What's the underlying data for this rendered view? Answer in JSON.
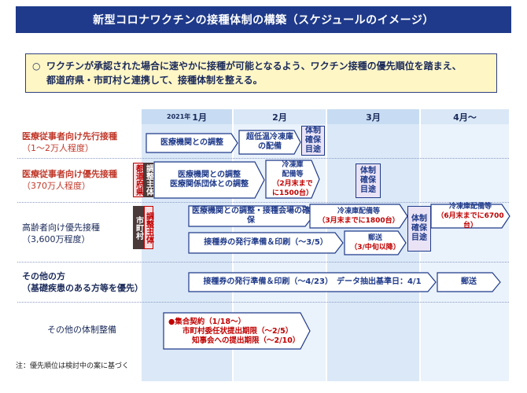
{
  "title": "新型コロナワクチンの接種体制の構築（スケジュールのイメージ）",
  "note": {
    "bullet": "○",
    "line1": "ワクチンが承認された場合に速やかに接種が可能となるよう、ワクチン接種の優先順位を踏まえ、",
    "line2": "都道府県・市町村と連携して、接種体制を整える。"
  },
  "months": [
    {
      "year": "2021年",
      "label": "1月"
    },
    {
      "label": "2月"
    },
    {
      "label": "3月"
    },
    {
      "label": "4月～"
    }
  ],
  "rows": [
    {
      "title": "医療従事者向け先行接種",
      "sub": "（1～2万人程度）"
    },
    {
      "title": "医療従事者向け優先接種",
      "sub": "（370万人程度）"
    },
    {
      "title": "高齢者向け優先接種",
      "sub": "（3,600万程度）"
    },
    {
      "title": "その他の方",
      "sub": "（基礎疾患のある方等を優先）"
    },
    {
      "title": "その他の体制整備",
      "sub": ""
    }
  ],
  "row1": {
    "a1": "医療機関との調整",
    "a2_l1": "超低温冷凍庫",
    "a2_l2": "の配備",
    "v": "体制確保目途"
  },
  "row2": {
    "pref": "都道府県",
    "main": "調整主体",
    "a1_l1": "医療機関との調整",
    "a1_l2": "医療関係団体との調整",
    "a2_l1": "冷凍庫",
    "a2_l2": "配備等",
    "a2_l3": "（2月末までに1500台）",
    "v": "体制確保目途"
  },
  "row3": {
    "city": "市町村",
    "main": "調整主体",
    "a1": "医療機関との調整・接種会場の確保",
    "a2_l1": "冷凍庫配備等",
    "a2_l2": "（3月末までに1800台）",
    "v": "体制確保目途",
    "a3_l1": "冷凍庫配備等",
    "a3_l2": "（6月末までに6700台）",
    "b1": "接種券の発行準備＆印刷（～3/5）",
    "b2_l1": "郵送",
    "b2_l2": "（3/中旬以降）"
  },
  "row4": {
    "a1": "接種券の発行準備＆印刷（～4/23）　データ抽出基準日：4/1",
    "a2": "郵送"
  },
  "row5": {
    "l1": "●集合契約（1/18～）",
    "l2": "市町村委任状提出期限（～2/5）",
    "l3": "知事会への提出期限（～2/10）"
  },
  "footnote": "注：優先順位は検討中の案に基づく",
  "colors": {
    "navy": "#1f3a8a",
    "band": "#dbe8f7",
    "header": "#cfe1f4",
    "lavender": "#e9e3f5",
    "red": "#c00000",
    "pink": "#f7dde0",
    "brown": "#4a3a3a"
  }
}
